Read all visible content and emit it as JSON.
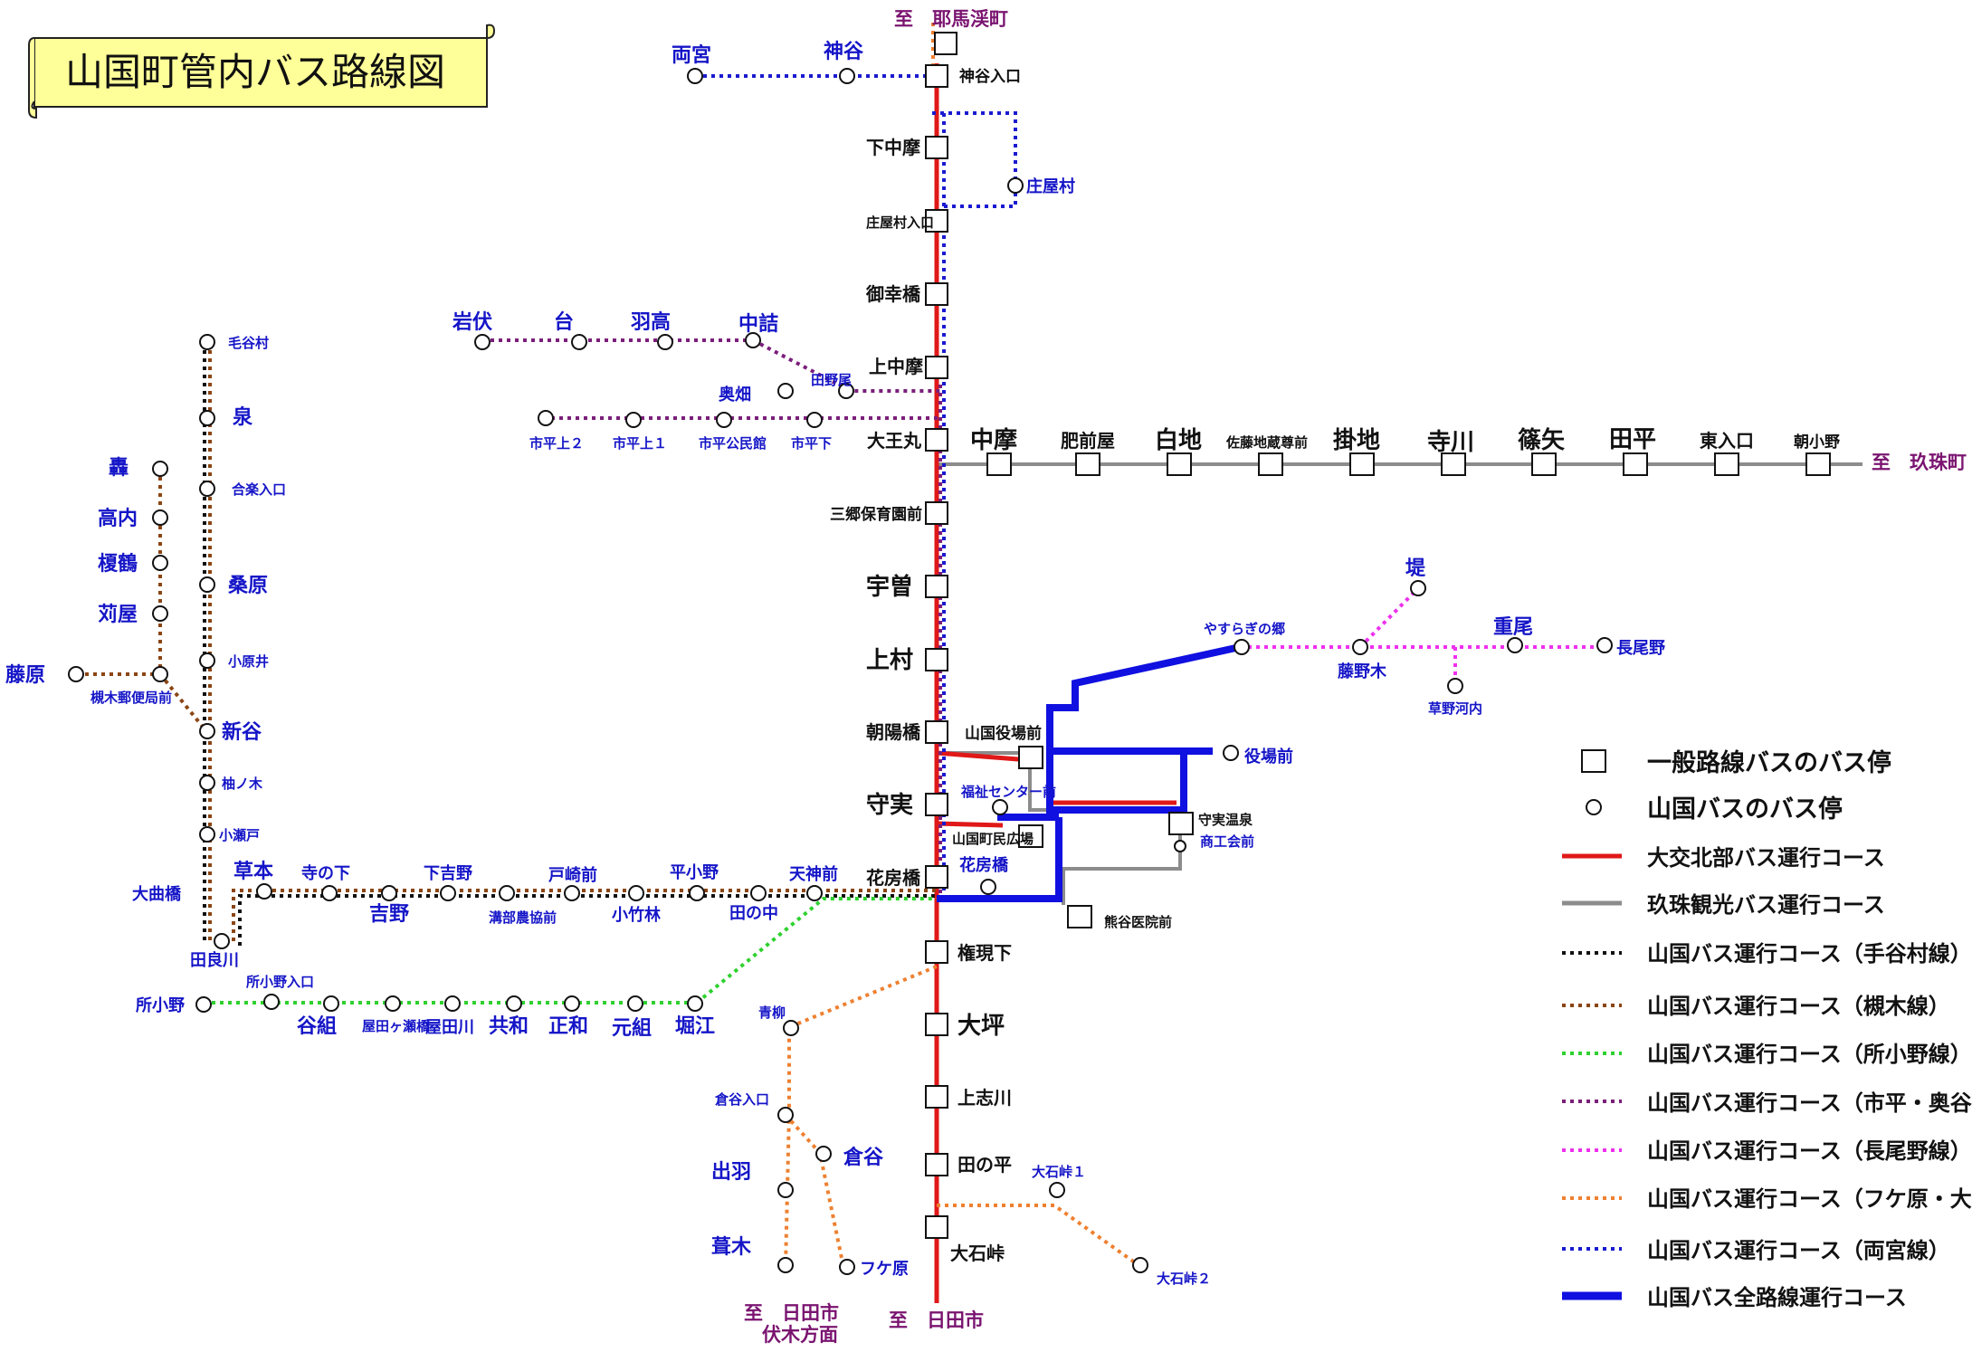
{
  "title": "山国町管内バス路線図",
  "destinations": {
    "yabakei": "至　耶馬渓町",
    "kusu": "至　玖珠町",
    "hita": "至　日田市",
    "hita_fuki": "至　日田市",
    "fuki_area": "伏木方面"
  },
  "main_stops": {
    "kamiya_iriguchi": "神谷入口",
    "shimonakama": "下中摩",
    "shoyamura_iriguchi": "庄屋村入口",
    "gokobashi": "御幸橋",
    "kaminakama": "上中摩",
    "daiomaru": "大王丸",
    "sangou_hoikuen": "三郷保育園前",
    "uso": "宇曽",
    "uemura": "上村",
    "choyobashi": "朝陽橋",
    "morizane": "守実",
    "hanafusabashi": "花房橋",
    "gongenshita": "権現下",
    "ohira": "大坪",
    "kamishigawa": "上志川",
    "tanohira": "田の平",
    "oishitoge": "大石峠"
  },
  "east_line": {
    "stops": [
      "中摩",
      "肥前屋",
      "白地",
      "佐藤地蔵尊前",
      "掛地",
      "寺川",
      "篠矢",
      "田平",
      "東入口",
      "朝小野"
    ]
  },
  "center_stops": {
    "yakuba": "山国役場前",
    "fukushi": "福祉センター前",
    "kominkan": "山国町民広場",
    "hanafusabashi_small": "花房橋",
    "onsen": "守実温泉",
    "shokokai": "商工会前",
    "kumagai": "熊谷医院前",
    "yakubamae_small": "役場前"
  },
  "top_north": {
    "ryomiya": "両宮",
    "kamiya": "神谷",
    "shoyamura": "庄屋村"
  },
  "ichihira_line": {
    "upper": [
      "岩伏",
      "台",
      "羽高",
      "中詰"
    ],
    "okubata": "奥畑",
    "tanoo": "田野尾",
    "lower": [
      "市平上２",
      "市平上１",
      "市平公民館",
      "市平下"
    ]
  },
  "naganono_line": {
    "yasuragi": "やすらぎの郷",
    "tsutsumi": "堤",
    "fujinoki": "藤野木",
    "shigeo": "重尾",
    "naganono": "長尾野",
    "kusanokochi": "草野河内"
  },
  "tegaya_line": {
    "stops": [
      "毛谷村",
      "泉",
      "合楽入口",
      "桑原",
      "小原井",
      "新谷",
      "柚ノ木",
      "小瀬戸"
    ]
  },
  "tsukinoki_line": {
    "stops": [
      "轟",
      "高内",
      "榎鶴",
      "苅屋"
    ],
    "fujiwara": "藤原",
    "yubinkyoku": "槻木郵便局前"
  },
  "west_line": {
    "stops_top": [
      "草本",
      "寺の下",
      "下吉野",
      "戸崎前",
      "平小野",
      "天神前"
    ],
    "stops_bottom": [
      "吉野",
      "溝部農協前",
      "小竹林",
      "田の中"
    ],
    "omagaribashi": "大曲橋",
    "tarakawa": "田良川"
  },
  "tokono_line": {
    "tokono": "所小野",
    "tokono_iriguchi": "所小野入口",
    "stops": [
      "谷組",
      "屋田ヶ瀬橋",
      "屋田川",
      "共和",
      "正和",
      "元組",
      "堀江"
    ]
  },
  "fukegaru_line": {
    "aodai": "青柳",
    "kuraya_iriguchi": "倉谷入口",
    "kuraya": "倉谷",
    "dewa": "出羽",
    "fuki": "葺木",
    "fukegaru": "フケ原",
    "oishitoge1": "大石峠１",
    "oishitoge2": "大石峠２"
  },
  "legend": {
    "items": [
      {
        "label": "一般路線バスのバス停",
        "kind": "square"
      },
      {
        "label": "山国バスのバス停",
        "kind": "circle"
      },
      {
        "label": "大交北部バス運行コース",
        "kind": "line",
        "color": "#e01818"
      },
      {
        "label": "玖珠観光バス運行コース",
        "kind": "line",
        "color": "#8c8c8c"
      },
      {
        "label": "山国バス運行コース（手谷村線）",
        "kind": "dots",
        "color": "#111111"
      },
      {
        "label": "山国バス運行コース（槻木線）",
        "kind": "dots",
        "color": "#8b4513"
      },
      {
        "label": "山国バス運行コース（所小野線）",
        "kind": "dots",
        "color": "#2ed12e"
      },
      {
        "label": "山国バス運行コース（市平・奥谷線）",
        "kind": "dots",
        "color": "#7b1f7b"
      },
      {
        "label": "山国バス運行コース（長尾野線）",
        "kind": "dots",
        "color": "#ee30ee"
      },
      {
        "label": "山国バス運行コース（フケ原・大石峠線）",
        "kind": "dots",
        "color": "#ee8030"
      },
      {
        "label": "山国バス運行コース（両宮線）",
        "kind": "dots",
        "color": "#1a1ad0"
      },
      {
        "label": "山国バス全路線運行コース",
        "kind": "thick",
        "color": "#1010e0"
      }
    ]
  }
}
